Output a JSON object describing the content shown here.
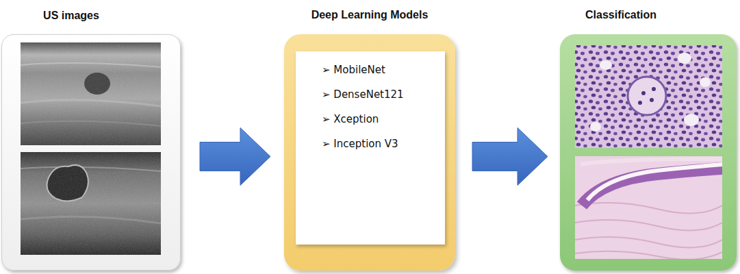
{
  "diagram": {
    "nodes": [
      {
        "text": [
          "US images"
        ]
      },
      {
        "text": [
          "Deep Learning Models"
        ]
      },
      {
        "text": [
          "➢ MobileNet",
          "➢ DenseNet121",
          "➢ Xception",
          "➢ Inception V3"
        ],
        "in": 1
      },
      {
        "text": [
          "Classification"
        ]
      }
    ],
    "edges": [
      {
        "from": 0,
        "to": 1,
        "arrow": "to"
      },
      {
        "from": 1,
        "to": 3,
        "arrow": "to"
      }
    ]
  }
}
